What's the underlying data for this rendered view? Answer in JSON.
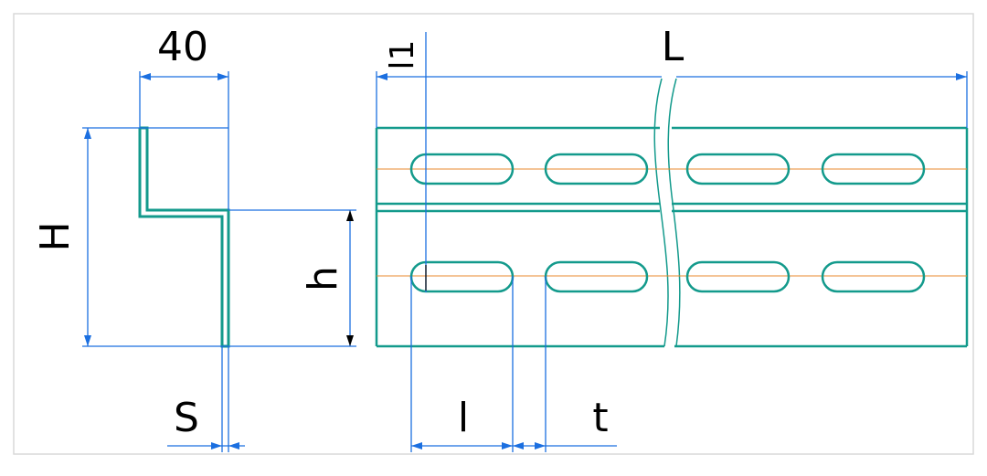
{
  "colors": {
    "profile": "#139a8c",
    "dimension": "#1b6fe0",
    "centerline": "#e8882c",
    "frame": "#d9d9d9",
    "text": "#000000"
  },
  "labels": {
    "width_40": "40",
    "height_H": "H",
    "height_h": "h",
    "thickness_S": "S",
    "slot_offset_l1": "l1",
    "length_L": "L",
    "slot_length_l": "l",
    "slot_pitch_t": "t"
  },
  "slots": {
    "rows": 2,
    "per_row_visible": 4
  }
}
